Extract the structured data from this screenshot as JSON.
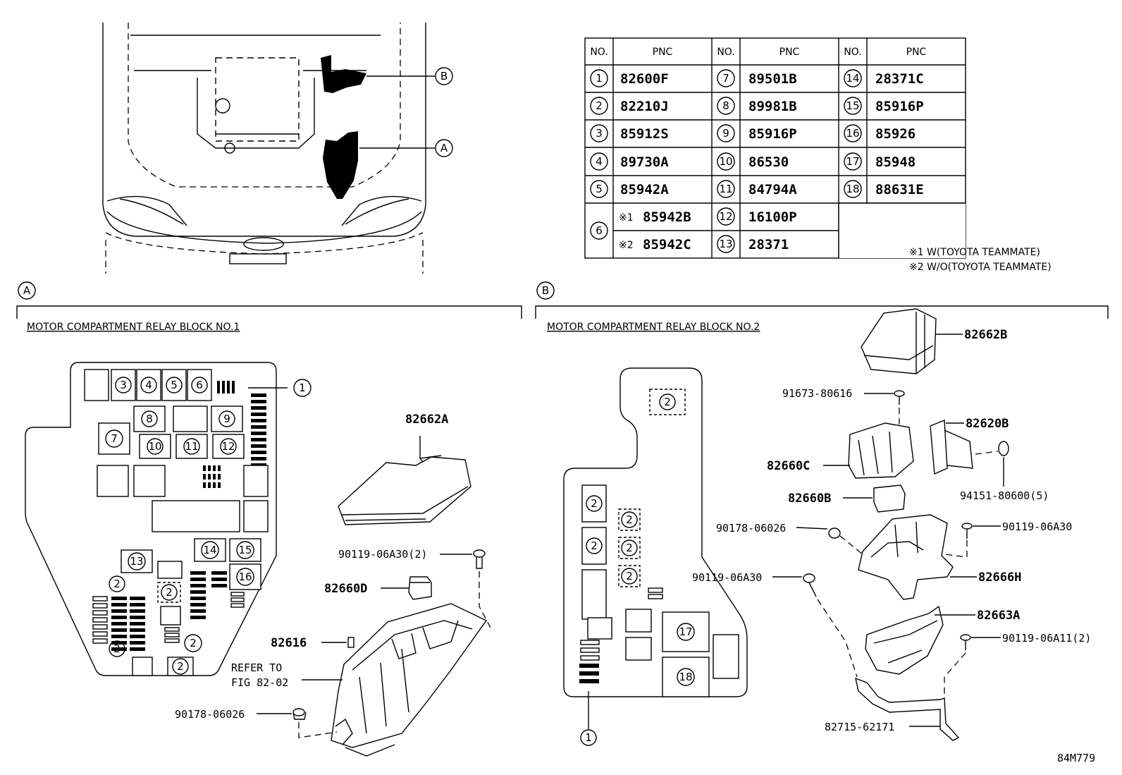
{
  "table": {
    "header_no": "NO.",
    "header_pnc": "PNC",
    "rows": [
      {
        "no": "1",
        "pnc": "82600F"
      },
      {
        "no": "2",
        "pnc": "82210J"
      },
      {
        "no": "3",
        "pnc": "85912S"
      },
      {
        "no": "4",
        "pnc": "89730A"
      },
      {
        "no": "5",
        "pnc": "85942A"
      },
      {
        "no": "6",
        "pnc_1": "85942B",
        "pnc_2": "85942C",
        "mark_1": "※1",
        "mark_2": "※2"
      },
      {
        "no": "7",
        "pnc": "89501B"
      },
      {
        "no": "8",
        "pnc": "89981B"
      },
      {
        "no": "9",
        "pnc": "85916P"
      },
      {
        "no": "10",
        "pnc": "86530"
      },
      {
        "no": "11",
        "pnc": "84794A"
      },
      {
        "no": "12",
        "pnc": "16100P"
      },
      {
        "no": "13",
        "pnc": "28371"
      },
      {
        "no": "14",
        "pnc": "28371C"
      },
      {
        "no": "15",
        "pnc": "85916P"
      },
      {
        "no": "16",
        "pnc": "85926"
      },
      {
        "no": "17",
        "pnc": "85948"
      },
      {
        "no": "18",
        "pnc": "88631E"
      }
    ],
    "notes": [
      "※1 W(TOYOTA TEAMMATE)",
      "※2 W/O(TOYOTA TEAMMATE)"
    ]
  },
  "overview": {
    "callout_a": "A",
    "callout_b": "B"
  },
  "section_a": {
    "marker": "A",
    "title": "MOTOR COMPARTMENT RELAY BLOCK NO.1",
    "parts": {
      "cover": "82662A",
      "bolt": "90119-06A30(2)",
      "relay": "82660D",
      "clip": "82616",
      "refer_1": "REFER TO",
      "refer_2": "FIG 82-02",
      "nut": "90178-06026"
    }
  },
  "section_b": {
    "marker": "B",
    "title": "MOTOR COMPARTMENT RELAY BLOCK NO.2",
    "parts": {
      "cover": "82662B",
      "screw": "91673-80616",
      "block": "82620B",
      "holder": "82660C",
      "clip_nut": "94151-80600(5)",
      "relay": "82660B",
      "nut": "90178-06026",
      "bolt_right": "90119-06A30",
      "bolt_left": "90119-06A30",
      "bracket": "82666H",
      "case": "82663A",
      "bolt_lower": "90119-06A11(2)",
      "stay": "82715-62171"
    }
  },
  "figure_code": "84M779"
}
